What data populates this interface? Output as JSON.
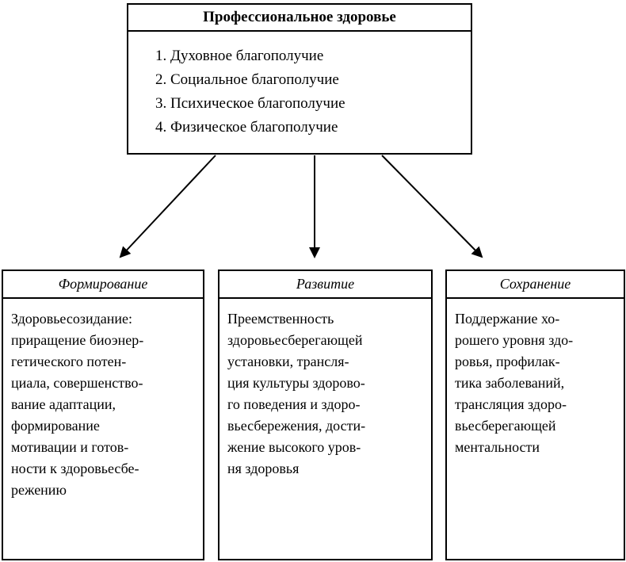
{
  "top_box": {
    "title": "Профессиональное здоровье",
    "items": "1. Духовное благополучие\n2. Социальное благополучие\n3. Психическое благополучие\n4. Физическое благополучие"
  },
  "columns": [
    {
      "title": "Формирование",
      "body": "Здоровьесозидание:\nприращение биоэнер-\nгетического потен-\nциала, совершенство-\nвание адаптации,\nформирование\nмотивации и готов-\nности к здоровьесбе-\nрежению"
    },
    {
      "title": "Развитие",
      "body": "Преемственность\nздоровьесберегающей\nустановки, трансля-\nция культуры здорово-\nго поведения и здоро-\nвьесбережения, дости-\nжение высокого уров-\nня здоровья"
    },
    {
      "title": "Сохранение",
      "body": "Поддержание хо-\nрошего уровня здо-\nровья, профилак-\nтика заболеваний,\nтрансляция здоро-\nвьесберегающей\nментальности"
    }
  ],
  "colors": {
    "border": "#000000",
    "background": "#ffffff",
    "text": "#000000"
  }
}
